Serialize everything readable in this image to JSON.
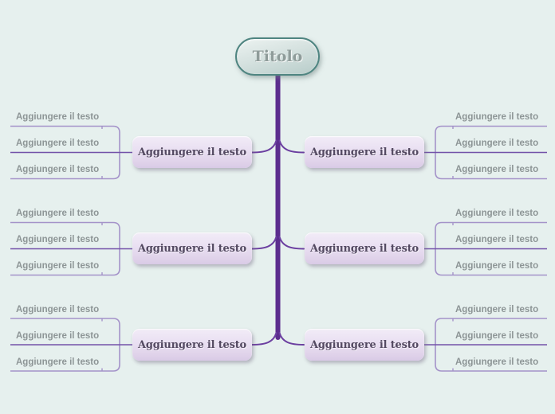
{
  "diagram": {
    "type": "mindmap-template",
    "central_topic": "Titolo",
    "rows": [
      {
        "left": {
          "topic": "Aggiungere il testo",
          "subtopics": [
            "Aggiungere il testo",
            "Aggiungere il testo",
            "Aggiungere il testo"
          ]
        },
        "right": {
          "topic": "Aggiungere il testo",
          "subtopics": [
            "Aggiungere il testo",
            "Aggiungere il testo",
            "Aggiungere il testo"
          ]
        }
      },
      {
        "left": {
          "topic": "Aggiungere il testo",
          "subtopics": [
            "Aggiungere il testo",
            "Aggiungere il testo",
            "Aggiungere il testo"
          ]
        },
        "right": {
          "topic": "Aggiungere il testo",
          "subtopics": [
            "Aggiungere il testo",
            "Aggiungere il testo",
            "Aggiungere il testo"
          ]
        }
      },
      {
        "left": {
          "topic": "Aggiungere il testo",
          "subtopics": [
            "Aggiungere il testo",
            "Aggiungere il testo",
            "Aggiungere il testo"
          ]
        },
        "right": {
          "topic": "Aggiungere il testo",
          "subtopics": [
            "Aggiungere il testo",
            "Aggiungere il testo",
            "Aggiungere il testo"
          ]
        }
      }
    ],
    "colors": {
      "background": "#e6f0ee",
      "trunk": "#5c2d8e",
      "branch_curve": "#6b3fa0",
      "bracket_line": "#a493c9",
      "subtopic_line": "#7352a9",
      "topic_fill": "#e9dff2",
      "topic_text": "#544a62",
      "central_fill": "#cfdedb",
      "central_border": "#4f8581",
      "central_text": "#8f9c9a",
      "subtopic_text": "#8d9596"
    }
  }
}
